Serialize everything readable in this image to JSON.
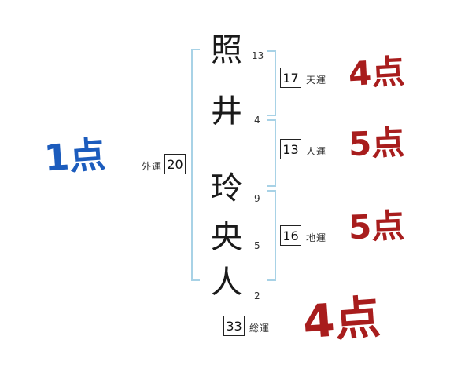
{
  "name_chart": {
    "characters": [
      {
        "char": "照",
        "strokes": "13"
      },
      {
        "char": "井",
        "strokes": "4"
      },
      {
        "char": "玲",
        "strokes": "9"
      },
      {
        "char": "央",
        "strokes": "5"
      },
      {
        "char": "人",
        "strokes": "2"
      }
    ],
    "fortunes": {
      "ten": {
        "label": "天運",
        "value": "17",
        "score": "4点"
      },
      "jin": {
        "label": "人運",
        "value": "13",
        "score": "5点"
      },
      "chi": {
        "label": "地運",
        "value": "16",
        "score": "5点"
      },
      "gai": {
        "label": "外運",
        "value": "20",
        "score": "1点"
      },
      "sou": {
        "label": "総運",
        "value": "33",
        "score": "4点"
      }
    },
    "colors": {
      "score_red": "#a81d1d",
      "score_blue": "#1c5cbd",
      "bracket_blue": "#a8d2e6"
    }
  }
}
